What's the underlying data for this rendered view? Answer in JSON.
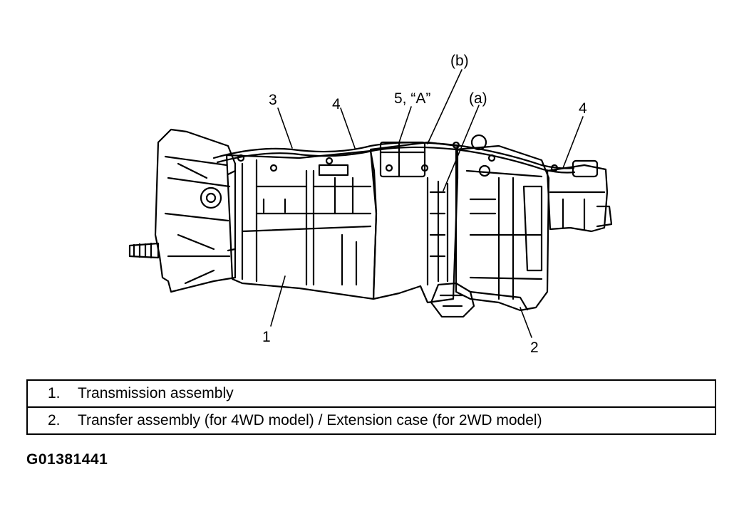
{
  "diagram": {
    "callouts": {
      "c1": "1",
      "c2": "2",
      "c3": "3",
      "c4_left": "4",
      "c4_right": "4",
      "c5": "5, “A”",
      "ca": "(a)",
      "cb": "(b)"
    }
  },
  "legend": {
    "rows": [
      {
        "num": "1.",
        "text": "Transmission assembly"
      },
      {
        "num": "2.",
        "text": "Transfer assembly (for 4WD model) / Extension case (for 2WD model)"
      }
    ]
  },
  "figure_code": "G01381441"
}
